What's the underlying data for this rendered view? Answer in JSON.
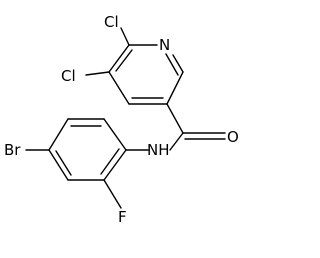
{
  "atoms": {
    "cl_top": "Cl",
    "cl_left": "Cl",
    "n_ring": "N",
    "o_carbonyl": "O",
    "nh_amide": "NH",
    "br": "Br",
    "f": "F"
  }
}
